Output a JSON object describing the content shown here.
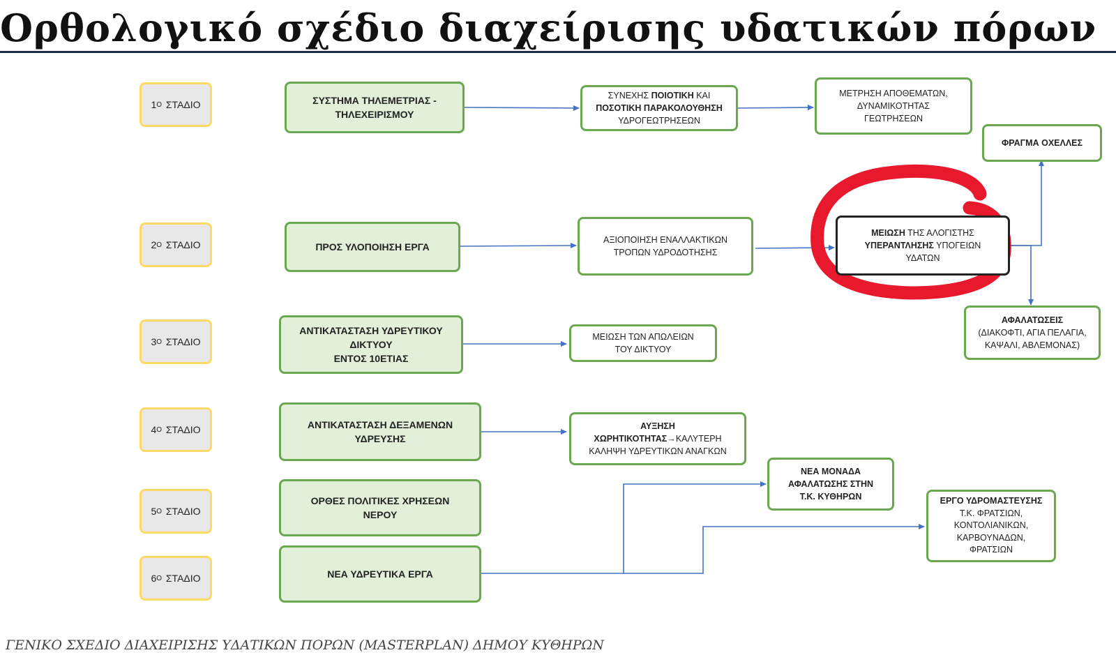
{
  "title": "Ορθολογικό σχέδιο διαχείρισης υδατικών πόρων",
  "footer": "ΓΕΝΙΚΟ ΣΧΕΔΙΟ ΔΙΑΧΕΙΡΙΣΗΣ ΥΔΑΤΙΚΩΝ ΠΟΡΩΝ (MASTERPLAN) ΔΗΜΟΥ ΚΥΘΗΡΩΝ",
  "colors": {
    "stage_fill": "#e8e8e8",
    "stage_border": "#ffd966",
    "box_border": "#6aa84f",
    "action_fill": "#e2f0d9",
    "arrow": "#4472c4",
    "highlight": "#e8192c",
    "title_rule": "#1f2a44"
  },
  "stages": [
    {
      "num": "1",
      "sup": "Ο",
      "label": "ΣΤΑΔΙΟ"
    },
    {
      "num": "2",
      "sup": "Ο",
      "label": "ΣΤΑΔΙΟ"
    },
    {
      "num": "3",
      "sup": "Ο",
      "label": "ΣΤΑΔΙΟ"
    },
    {
      "num": "4",
      "sup": "Ο",
      "label": "ΣΤΑΔΙΟ"
    },
    {
      "num": "5",
      "sup": "Ο",
      "label": "ΣΤΑΔΙΟ"
    },
    {
      "num": "6",
      "sup": "Ο",
      "label": "ΣΤΑΔΙΟ"
    }
  ],
  "actions": {
    "s1": [
      "ΣΥΣΤΗΜΑ ΤΗΛΕΜΕΤΡΙΑΣ -",
      "ΤΗΛΕΧΕΙΡΙΣΜΟΥ"
    ],
    "s2": [
      "ΠΡΟΣ ΥΛΟΠΟΙΗΣΗ ΕΡΓΑ"
    ],
    "s3": [
      "ΑΝΤΙΚΑΤΑΣΤΑΣΗ ΥΔΡΕΥΤΙΚΟΥ",
      "ΔΙΚΤΥΟΥ",
      "ΕΝΤΟΣ 10ΕΤΙΑΣ"
    ],
    "s4": [
      "ΑΝΤΙΚΑΤΑΣΤΑΣΗ ΔΕΞΑΜΕΝΩΝ",
      "ΥΔΡΕΥΣΗΣ"
    ],
    "s5": [
      "ΟΡΘΕΣ ΠΟΛΙΤΙΚΕΣ ΧΡΗΣΕΩΝ",
      "ΝΕΡΟΥ"
    ],
    "s6": [
      "ΝΕΑ ΥΔΡΕΥΤΙΚΑ ΕΡΓΑ"
    ]
  },
  "outcomes": {
    "monitoring": {
      "l1a": "ΣΥΝΕΧΗΣ ",
      "l1b": "ΠΟΙΟΤΙΚΗ",
      "l1c": " ΚΑΙ",
      "l2": "ΠΟΣΟΤΙΚΗ ΠΑΡΑΚΟΛΟΥΘΗΣΗ",
      "l3": "ΥΔΡΟΓΕΩΤΡΗΣΕΩΝ"
    },
    "measurement": [
      "ΜΕΤΡΗΣΗ ΑΠΟΘΕΜΑΤΩΝ,",
      "ΔΥΝΑΜΙΚΟΤΗΤΑΣ",
      "ΓΕΩΤΡΗΣΕΩΝ"
    ],
    "alternative": [
      "ΑΞΙΟΠΟΙΗΣΗ ΕΝΑΛΛΑΚΤΙΚΩΝ",
      "ΤΡΟΠΩΝ ΥΔΡΟΔΟΤΗΣΗΣ"
    ],
    "reduction": {
      "l1a": "ΜΕΙΩΣΗ",
      "l1b": " ΤΗΣ ΑΛΟΓΙΣΤΗΣ",
      "l2a": "ΥΠΕΡΑΝΤΛΗΣΗΣ",
      "l2b": " ΥΠΟΓΕΙΩΝ",
      "l3": "ΥΔΑΤΩΝ"
    },
    "dam": [
      "ΦΡΑΓΜΑ ΟΧΕΛΛΕΣ"
    ],
    "desal": [
      "ΑΦΑΛΑΤΩΣΕΙΣ",
      "(ΔΙΑΚΟΦΤΙ, ΑΓΙΑ ΠΕΛΑΓΙΑ,",
      "ΚΑΨΑΛΙ, ΑΒΛΕΜΟΝΑΣ)"
    ],
    "losses": [
      "ΜΕΙΩΣΗ ΤΩΝ ΑΠΩΛΕΙΩΝ",
      "ΤΟΥ ΔΙΚΤΥΟΥ"
    ],
    "capacity": {
      "l1": "ΑΥΞΗΣΗ",
      "l2a": "ΧΩΡΗΤΙΚΟΤΗΤΑΣ",
      "l2b": "→ΚΑΛΥΤΕΡΗ",
      "l3": "ΚΑΛΗΨΗ ΥΔΡΕΥΤΙΚΩΝ ΑΝΑΓΚΩΝ"
    },
    "new_unit": [
      "ΝΕΑ ΜΟΝΑΔΑ",
      "ΑΦΑΛΑΤΩΣΗΣ ΣΤΗΝ",
      "Τ.Κ. ΚΥΘΗΡΩΝ"
    ],
    "water_storage": {
      "l1": "ΕΡΓΟ ΥΔΡΟΜΑΣΤΕΥΣΗΣ",
      "l2": "Τ.Κ. ΦΡΑΤΣΙΩΝ,",
      "l3": "ΚΟΝΤΟΛΙΑΝΙΚΩΝ,",
      "l4": "ΚΑΡΒΟΥΝΑΔΩΝ,",
      "l5": "ΦΡΑΤΣΙΩΝ"
    }
  }
}
